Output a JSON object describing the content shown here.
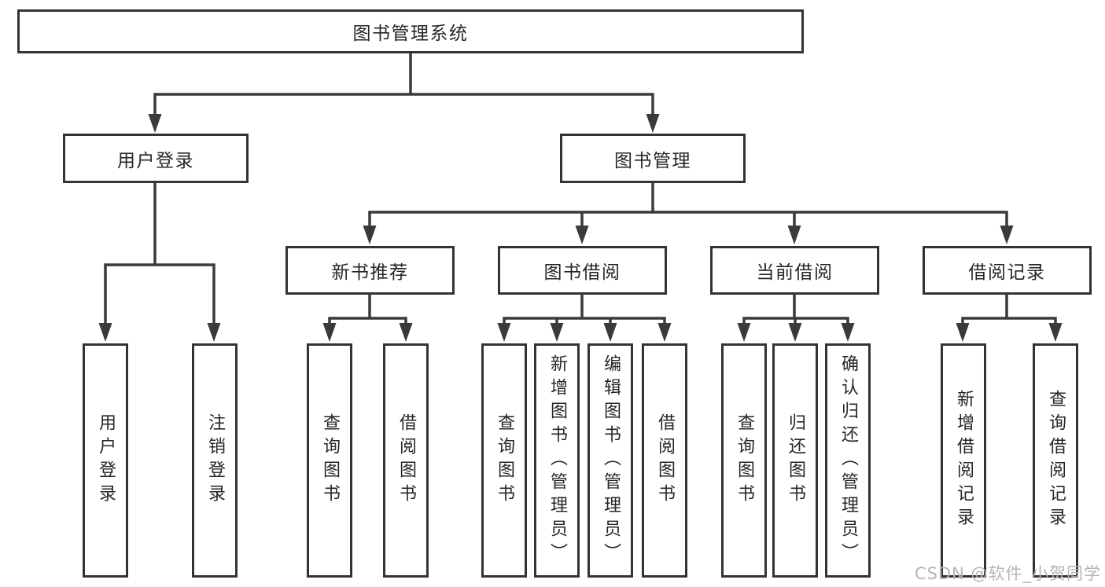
{
  "tree": {
    "root": {
      "label": "图书管理系统"
    },
    "level2": [
      {
        "label": "用户登录"
      },
      {
        "label": "图书管理"
      }
    ],
    "level3": [
      {
        "label": "新书推荐"
      },
      {
        "label": "图书借阅"
      },
      {
        "label": "当前借阅"
      },
      {
        "label": "借阅记录"
      }
    ],
    "leaves": {
      "user": [
        "用户登录",
        "注销登录"
      ],
      "recommend": [
        "查询图书",
        "借阅图书"
      ],
      "borrow": [
        "查询图书",
        "新增图书（管理员）",
        "编辑图书（管理员）",
        "借阅图书"
      ],
      "current": [
        "查询图书",
        "归还图书",
        "确认归还（管理员）"
      ],
      "records": [
        "新增借阅记录",
        "查询借阅记录"
      ]
    }
  },
  "watermark": {
    "text": "CSDN @软件_小贺同学"
  },
  "colors": {
    "line": "#3a3a3a",
    "border": "#333333",
    "text": "#262626",
    "background": "#ffffff",
    "watermark": "#b5b5b5"
  }
}
